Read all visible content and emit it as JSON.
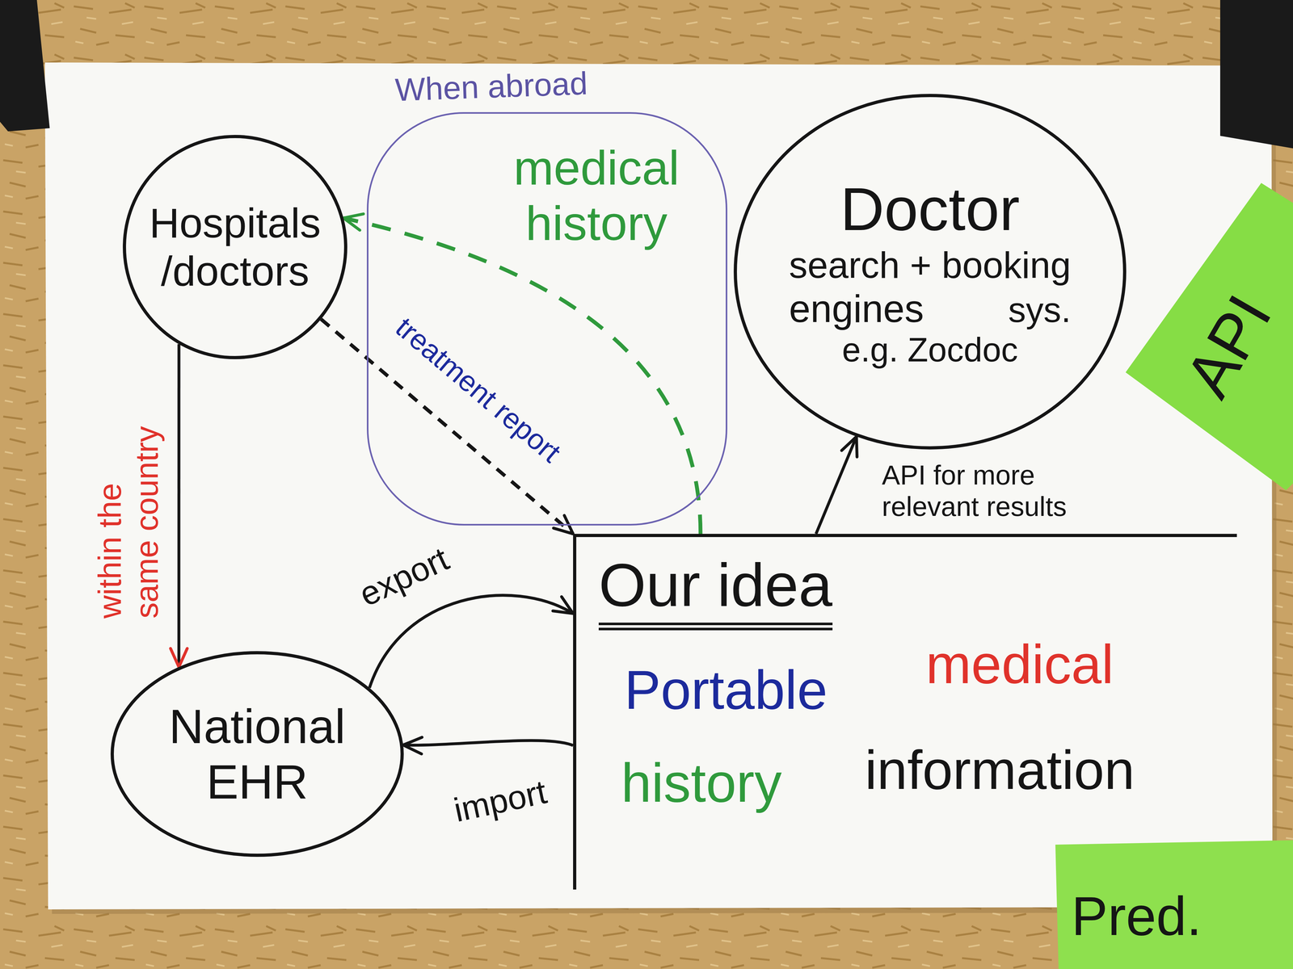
{
  "diagram": {
    "nodes": [
      {
        "text": [
          "When abroad"
        ]
      },
      {
        "text": [
          "Hospitals",
          "/doctors"
        ]
      },
      {
        "text": [
          "Doctor",
          "search + booking",
          "sys.",
          "engines",
          "e.g. Zocdoc"
        ]
      },
      {
        "text": [
          "API"
        ]
      },
      {
        "text": [
          "Our idea",
          "Portable",
          "medical",
          "history",
          "information"
        ]
      },
      {
        "text": [
          "National EHR"
        ]
      },
      {
        "text": [
          "Pred."
        ]
      }
    ],
    "edges": [
      {
        "from": 1,
        "to": 5,
        "label": "within the same country",
        "arrow": "to"
      },
      {
        "from": 1,
        "to": 4,
        "label": "treatment report",
        "arrow": "to"
      },
      {
        "from": 4,
        "to": 1,
        "label": "medical history",
        "arrow": "to"
      },
      {
        "from": 5,
        "to": 4,
        "label": "export",
        "arrow": "to"
      },
      {
        "from": 4,
        "to": 5,
        "label": "import",
        "arrow": "to"
      },
      {
        "from": 4,
        "to": 2,
        "label": "API for more relevant results",
        "arrow": "to"
      }
    ]
  }
}
